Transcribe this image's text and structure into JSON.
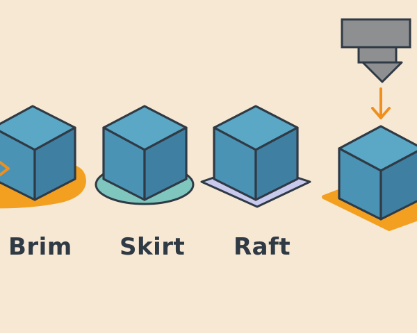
{
  "labels": {
    "brim": "Brim",
    "skirt": "Skirt",
    "raft": "Raft"
  },
  "colors": {
    "background": "#f7e8d3",
    "cube_top": "#5aa7c6",
    "cube_left": "#4a93b4",
    "cube_right": "#3f7fa2",
    "outline": "#2f3a45",
    "brim": "#f3a020",
    "skirt": "#7fc6bf",
    "raft": "#c9c9ee",
    "nozzle": "#8e8f91",
    "arrow": "#ee8f1e"
  }
}
